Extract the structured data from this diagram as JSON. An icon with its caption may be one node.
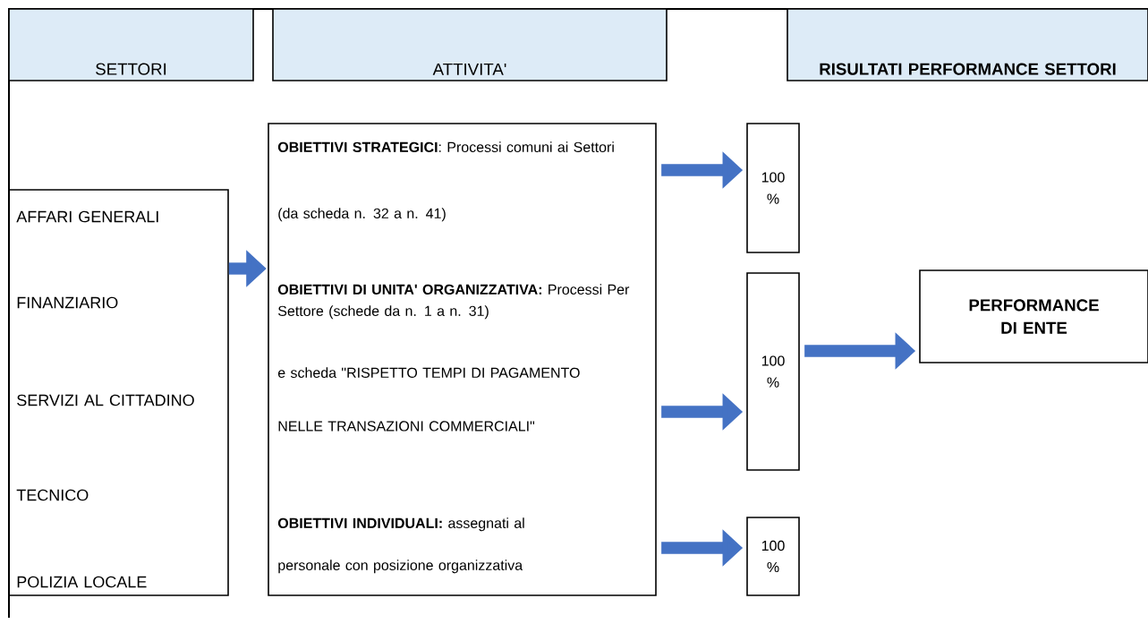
{
  "diagram": {
    "nodes": [
      {
        "text": [
          "SETTORI"
        ]
      },
      {
        "text": [
          "ATTIVITA'"
        ]
      },
      {
        "text": [
          "RISULTATI PERFORMANCE SETTORI"
        ]
      },
      {
        "text": [
          "AFFARI GENERALI",
          "FINANZIARIO",
          "SERVIZI AL CITTADINO",
          "TECNICO",
          "POLIZIA LOCALE"
        ]
      },
      {
        "text": [
          "**OBIETTIVI STRATEGICI**: Processi comuni ai Settori",
          "(da scheda n. 32 a n. 41)",
          "**OBIETTIVI DI UNITA' ORGANIZZATIVA:** Processi Per Settore (schede da n. 1 a n. 31)",
          "e scheda \"RISPETTO TEMPI DI PAGAMENTO",
          "NELLE TRANSAZIONI COMMERCIALI\"",
          "**OBIETTIVI INDIVIDUALI:** assegnati al",
          "personale con posizione organizzativa"
        ]
      },
      {
        "text": [
          "100 %"
        ]
      },
      {
        "text": [
          "100 %"
        ]
      },
      {
        "text": [
          "100 %"
        ]
      },
      {
        "text": [
          "PERFORMANCE DI ENTE"
        ]
      }
    ],
    "edges": [
      {
        "from": 3,
        "to": 4,
        "arrow": "to"
      },
      {
        "from": 4,
        "to": 5,
        "arrow": "to"
      },
      {
        "from": 4,
        "to": 6,
        "arrow": "to"
      },
      {
        "from": 4,
        "to": 7,
        "arrow": "to"
      },
      {
        "from": 6,
        "to": 8,
        "arrow": "to"
      }
    ]
  }
}
